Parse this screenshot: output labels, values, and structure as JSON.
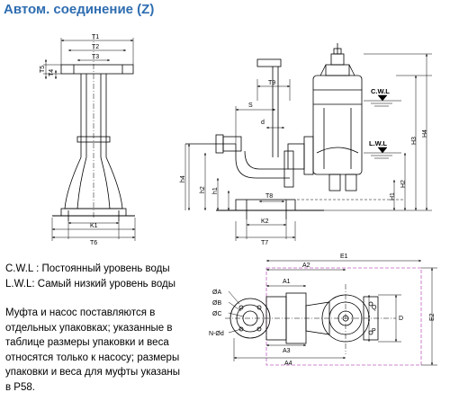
{
  "title": "Автом. соединение (Z)",
  "legend": {
    "cwl": "C.W.L : Постоянный уровень воды",
    "lwl": "L.W.L: Самый низкий уровень воды"
  },
  "note": "Муфта и насос поставляются в отдельных упаковках; указанные в таблице размеры упаковки и веса относятся только к насосу; размеры упаковки и веса для муфты указаны в P58.",
  "labels": {
    "T1": "T1",
    "T2": "T2",
    "T3": "T3",
    "T4": "T4",
    "T5": "T5",
    "T6": "T6",
    "T7": "T7",
    "T8": "T8",
    "T9": "T9",
    "K1": "K1",
    "K2": "K2",
    "h1": "h1",
    "h2": "h2",
    "h4": "h4",
    "H1": "H1",
    "H2": "H2",
    "H3": "H3",
    "H4": "H4",
    "S": "S",
    "d": "d",
    "CWL": "C.W.L",
    "LWL": "L.W.L",
    "E1": "E1",
    "E2": "E2",
    "A1": "A1",
    "A2": "A2",
    "A3": "A3",
    "A4": "A4",
    "OA": "ØA",
    "OB": "ØB",
    "OC": "ØC",
    "Nd": "N-Ød",
    "Q": "Q",
    "P": "P",
    "D": "D"
  }
}
